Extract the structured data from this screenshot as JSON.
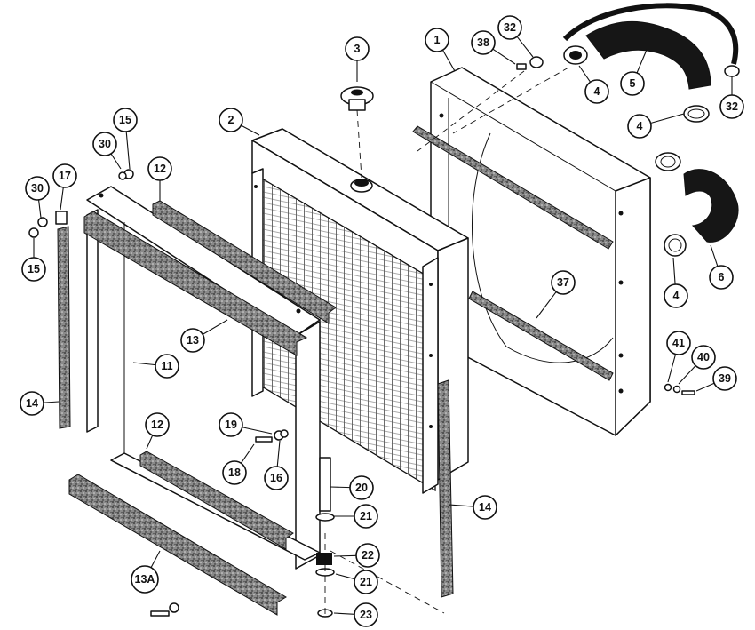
{
  "callouts": [
    {
      "id": "c1",
      "label": "1"
    },
    {
      "id": "c2",
      "label": "2"
    },
    {
      "id": "c3",
      "label": "3"
    },
    {
      "id": "c4a",
      "label": "4"
    },
    {
      "id": "c4b",
      "label": "4"
    },
    {
      "id": "c4c",
      "label": "4"
    },
    {
      "id": "c5",
      "label": "5"
    },
    {
      "id": "c6",
      "label": "6"
    },
    {
      "id": "c11",
      "label": "11"
    },
    {
      "id": "c12a",
      "label": "12"
    },
    {
      "id": "c12b",
      "label": "12"
    },
    {
      "id": "c13",
      "label": "13"
    },
    {
      "id": "c13a",
      "label": "13A"
    },
    {
      "id": "c14a",
      "label": "14"
    },
    {
      "id": "c14b",
      "label": "14"
    },
    {
      "id": "c15a",
      "label": "15"
    },
    {
      "id": "c15b",
      "label": "15"
    },
    {
      "id": "c16",
      "label": "16"
    },
    {
      "id": "c17",
      "label": "17"
    },
    {
      "id": "c18",
      "label": "18"
    },
    {
      "id": "c19",
      "label": "19"
    },
    {
      "id": "c20",
      "label": "20"
    },
    {
      "id": "c21a",
      "label": "21"
    },
    {
      "id": "c21b",
      "label": "21"
    },
    {
      "id": "c22",
      "label": "22"
    },
    {
      "id": "c23",
      "label": "23"
    },
    {
      "id": "c30a",
      "label": "30"
    },
    {
      "id": "c30b",
      "label": "30"
    },
    {
      "id": "c32a",
      "label": "32"
    },
    {
      "id": "c32b",
      "label": "32"
    },
    {
      "id": "c37",
      "label": "37"
    },
    {
      "id": "c38",
      "label": "38"
    },
    {
      "id": "c39",
      "label": "39"
    },
    {
      "id": "c40",
      "label": "40"
    },
    {
      "id": "c41",
      "label": "41"
    }
  ],
  "colors": {
    "ink": "#111111",
    "paper": "#ffffff",
    "foam": "#7a7a7a",
    "hose": "#161616"
  }
}
